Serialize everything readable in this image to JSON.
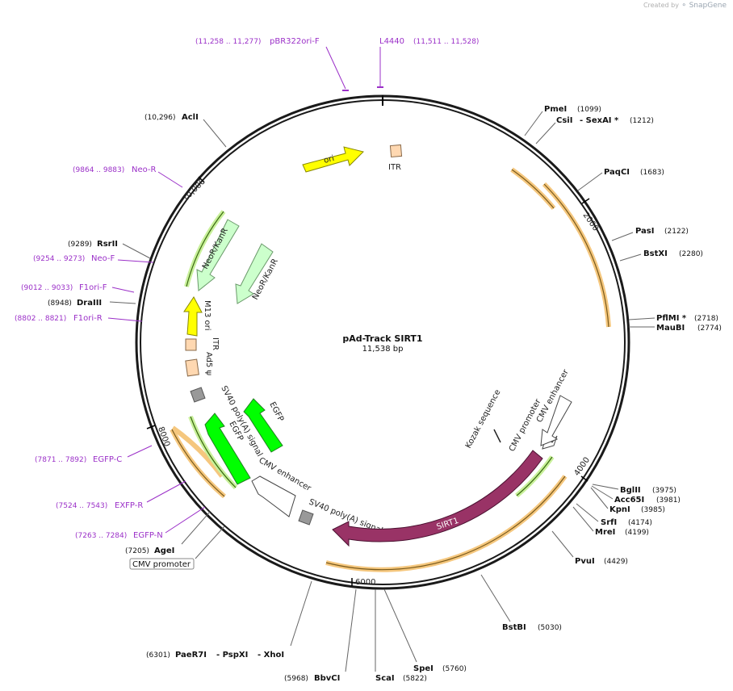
{
  "credit": {
    "text": "Created by",
    "brand": "SnapGene"
  },
  "plasmid": {
    "name": "pAd-Track SIRT1",
    "length_label": "11,538 bp"
  },
  "ticks": [
    "2000",
    "4000",
    "6000",
    "8000",
    "10,000"
  ],
  "sites_right": [
    {
      "name": "PmeI",
      "pos": "(1099)"
    },
    {
      "name": "CsiI",
      "extra": "- SexAI *",
      "pos": "(1212)"
    },
    {
      "name": "PaqCI",
      "pos": "(1683)"
    },
    {
      "name": "PasI",
      "pos": "(2122)"
    },
    {
      "name": "BstXI",
      "pos": "(2280)"
    },
    {
      "name": "PflMI *",
      "pos": "(2718)"
    },
    {
      "name": "MauBI",
      "pos": "(2774)"
    },
    {
      "name": "BglII",
      "pos": "(3975)"
    },
    {
      "name": "Acc65I",
      "pos": "(3981)"
    },
    {
      "name": "KpnI",
      "pos": "(3985)"
    },
    {
      "name": "SrfI",
      "pos": "(4174)"
    },
    {
      "name": "MreI",
      "pos": "(4199)"
    },
    {
      "name": "PvuI",
      "pos": "(4429)"
    },
    {
      "name": "BstBI",
      "pos": "(5030)"
    },
    {
      "name": "SpeI",
      "pos": "(5760)"
    },
    {
      "name": "ScaI",
      "pos": "(5822)"
    }
  ],
  "sites_left": [
    {
      "name": "BbvCI",
      "pos": "(5968)"
    },
    {
      "name": "PaeR7I",
      "extra1": "- PspXI",
      "extra2": "- XhoI",
      "pos": "(6301)"
    },
    {
      "name": "AgeI",
      "pos": "(7205)"
    },
    {
      "name": "DraIII",
      "pos": "(8948)"
    },
    {
      "name": "RsrII",
      "pos": "(9289)"
    },
    {
      "name": "AclI",
      "pos": "(10,296)"
    }
  ],
  "primers": [
    {
      "name": "pBR322ori-F",
      "range": "(11,258 .. 11,277)"
    },
    {
      "name": "L4440",
      "range": "(11,511 .. 11,528)"
    },
    {
      "name": "Neo-R",
      "range": "(9864 .. 9883)"
    },
    {
      "name": "Neo-F",
      "range": "(9254 .. 9273)"
    },
    {
      "name": "F1ori-F",
      "range": "(9012 .. 9033)"
    },
    {
      "name": "F1ori-R",
      "range": "(8802 .. 8821)"
    },
    {
      "name": "EGFP-C",
      "range": "(7871 .. 7892)"
    },
    {
      "name": "EXFP-R",
      "range": "(7524 .. 7543)"
    },
    {
      "name": "EGFP-N",
      "range": "(7263 .. 7284)"
    }
  ],
  "features": {
    "ori": "ori",
    "itr_top": "ITR",
    "neor1": "NeoR/KanR",
    "neor2": "NeoR/KanR",
    "m13": "M13 ori",
    "itr_left": "ITR",
    "ad5": "Ad5 ψ",
    "sv40_left": "SV40 poly(A) signal",
    "egfp1": "EGFP",
    "egfp2": "EGFP",
    "cmv_enh_left": "CMV enhancer",
    "sv40_bottom": "SV40 poly(A) signal",
    "sirt1": "SIRT1",
    "kozak": "Kozak sequence",
    "cmv_promoter_right": "CMV promoter",
    "cmv_enh_right": "CMV enhancer",
    "cmv_promoter_box": "CMV promoter"
  },
  "colors": {
    "backbone": "#1a1a1a",
    "ori": "#ffff00",
    "itr": "#ffd8b1",
    "neor": "#ccffcc",
    "egfp": "#00ff00",
    "sirt1": "#993366",
    "polyA": "#999999",
    "cmv": "#ffffff",
    "orf_highlight": "#f5c77e",
    "primer": "#9b30c8"
  }
}
